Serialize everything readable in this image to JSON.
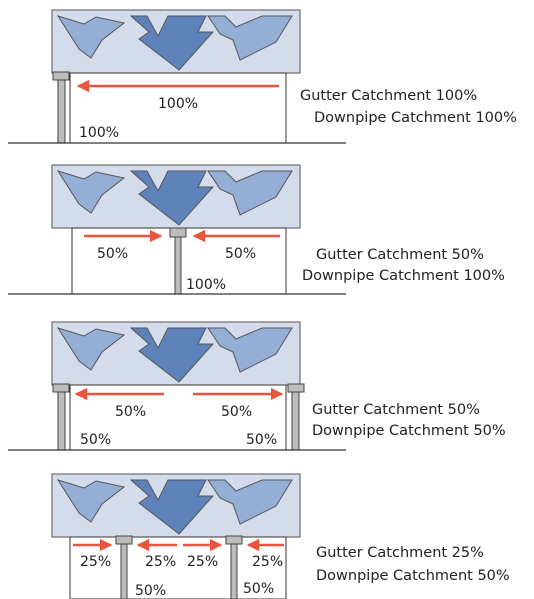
{
  "colors": {
    "roof_fill": "#d4dceb",
    "roof_stroke": "#555555",
    "arrow_light": "#94aed6",
    "arrow_dark": "#5e83ba",
    "flow_arrow": "#e8553e",
    "pipe_fill": "#bdbdbd",
    "line": "#333333"
  },
  "diagrams": [
    {
      "labels": {
        "left_flow": "",
        "center_flow": "100%",
        "right_flow": "",
        "pipe_left": "100%",
        "pipe_right": ""
      },
      "caption": {
        "gutter": "Gutter Catchment 100%",
        "downpipe": "Downpipe Catchment 100%"
      }
    },
    {
      "labels": {
        "left_flow": "50%",
        "right_flow": "50%",
        "pipe_center": "100%"
      },
      "caption": {
        "gutter": "Gutter Catchment 50%",
        "downpipe": "Downpipe Catchment 100%"
      }
    },
    {
      "labels": {
        "left_flow": "50%",
        "right_flow": "50%",
        "pipe_left": "50%",
        "pipe_right": "50%"
      },
      "caption": {
        "gutter": "Gutter Catchment 50%",
        "downpipe": "Downpipe Catchment 50%"
      }
    },
    {
      "labels": {
        "flow_1": "25%",
        "flow_2": "25%",
        "flow_3": "25%",
        "flow_4": "25%",
        "pipe_left": "50%",
        "pipe_right": "50%"
      },
      "caption": {
        "gutter": "Gutter Catchment 25%",
        "downpipe": "Downpipe Catchment 50%"
      }
    }
  ]
}
